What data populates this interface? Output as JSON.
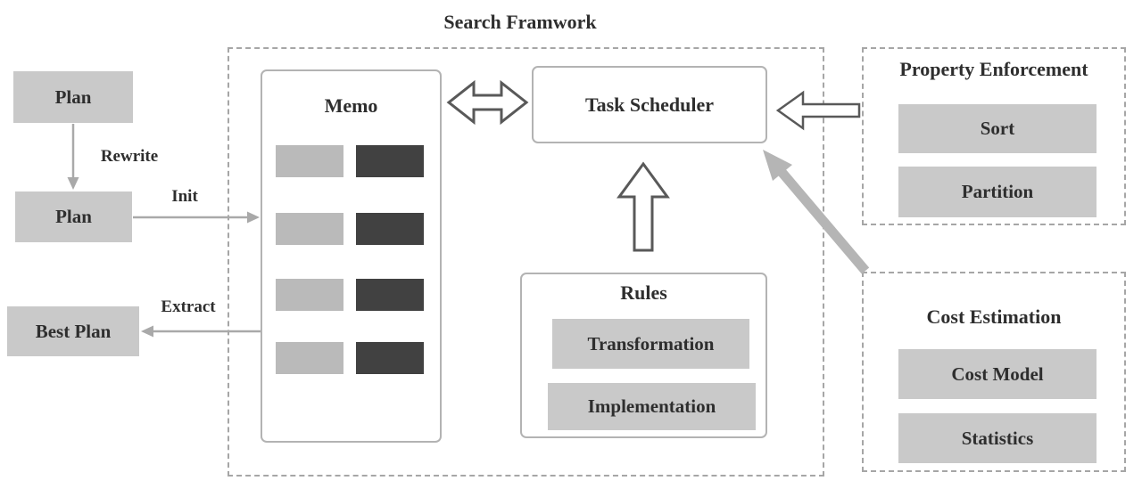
{
  "title": "Search Framwork",
  "left_flow": {
    "plan_top": "Plan",
    "rewrite_label": "Rewrite",
    "plan_bottom": "Plan",
    "init_label": "Init",
    "best_plan": "Best Plan",
    "extract_label": "Extract"
  },
  "framework": {
    "memo": {
      "title": "Memo",
      "rows": 4
    },
    "task_scheduler": "Task Scheduler",
    "rules": {
      "title": "Rules",
      "items": [
        "Transformation",
        "Implementation"
      ]
    }
  },
  "property_enforcement": {
    "title": "Property Enforcement",
    "items": [
      "Sort",
      "Partition"
    ]
  },
  "cost_estimation": {
    "title": "Cost Estimation",
    "items": [
      "Cost Model",
      "Statistics"
    ]
  },
  "colors": {
    "label_box_fill": "#c9c9c9",
    "memo_light_rect": "#bababa",
    "memo_dark_rect": "#414141",
    "panel_border": "#b3b3b3",
    "dashed_border": "#a6a6a6",
    "thin_arrow": "#a9a9a9",
    "outline_arrow_stroke": "#595959",
    "thick_arrow": "#b5b5b5",
    "text": "#2e2e2e"
  }
}
